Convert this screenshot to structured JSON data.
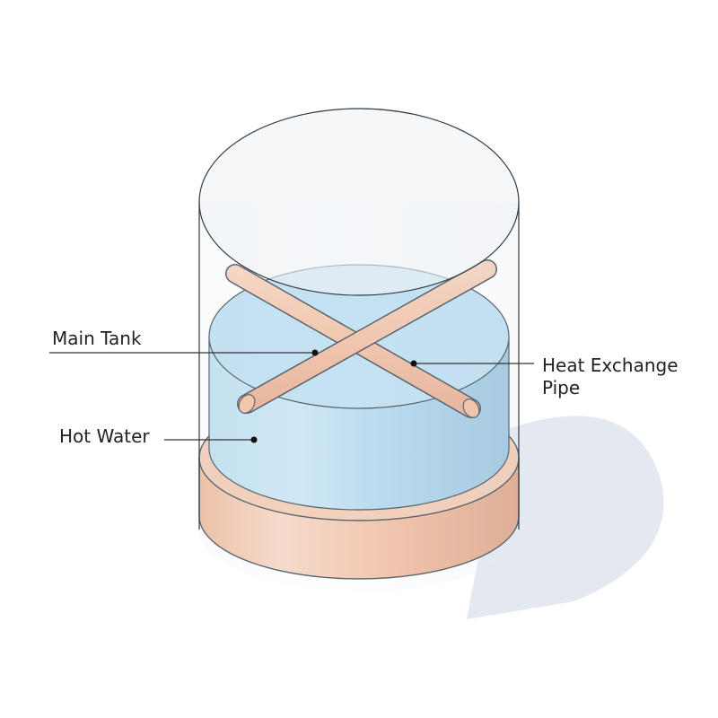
{
  "diagram": {
    "subject": "Tank with heat exchange pipe",
    "labels": {
      "main_tank": "Main Tank",
      "hot_water": "Hot Water",
      "heat_exchange_line1": "Heat Exchange",
      "heat_exchange_line2": "Pipe"
    },
    "colors": {
      "glass": "#eef3f6",
      "water": "#a9d3ea",
      "water_dark": "#94c2dd",
      "copper": "#f0b99a",
      "copper_dark": "#dd9a78",
      "outline": "#2f3b44",
      "shadow": "#e3e8f0"
    }
  }
}
